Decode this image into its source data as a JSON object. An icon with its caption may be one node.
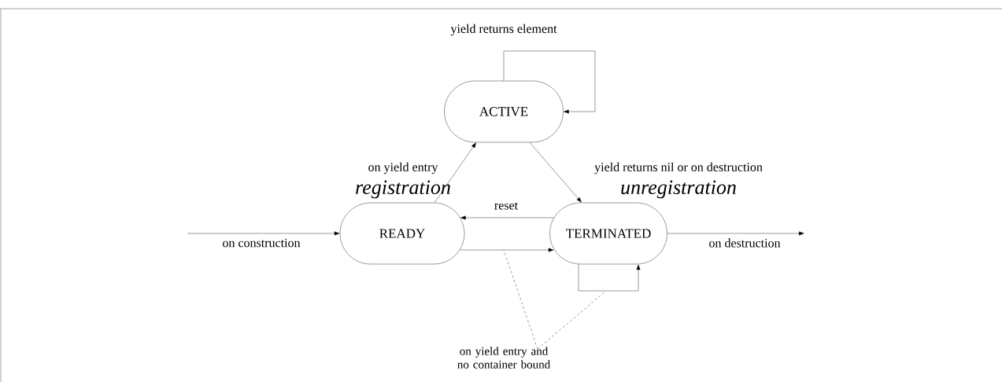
{
  "diagram": {
    "nodes": [
      {
        "text": [
          "ACTIVE"
        ]
      },
      {
        "text": [
          "READY"
        ]
      },
      {
        "text": [
          "TERMINATED"
        ]
      },
      {
        "text": [
          "on yield entry and no container bound"
        ]
      }
    ],
    "edges": [
      {
        "from": 1,
        "to": 0,
        "arrow": "to",
        "label": "on yield entry"
      },
      {
        "from": 0,
        "to": 0,
        "arrow": "to",
        "label": "yield returns element"
      },
      {
        "from": 0,
        "to": 2,
        "arrow": "to",
        "label": "yield returns nil or on destruction"
      },
      {
        "from": 2,
        "to": 1,
        "arrow": "to",
        "label": "reset"
      },
      {
        "from": 1,
        "to": 2,
        "arrow": "to"
      },
      {
        "from": 2,
        "to": 2,
        "arrow": "to"
      },
      {
        "from": null,
        "to": 1,
        "arrow": "to",
        "label": "on construction"
      },
      {
        "from": 2,
        "to": null,
        "arrow": "to",
        "label": "on destruction"
      },
      {
        "from": 3,
        "to": null,
        "arrow": "none",
        "style": "dashed"
      },
      {
        "from": 3,
        "to": null,
        "arrow": "none",
        "style": "dashed"
      }
    ],
    "labels": [
      "registration",
      "unregistration"
    ]
  }
}
